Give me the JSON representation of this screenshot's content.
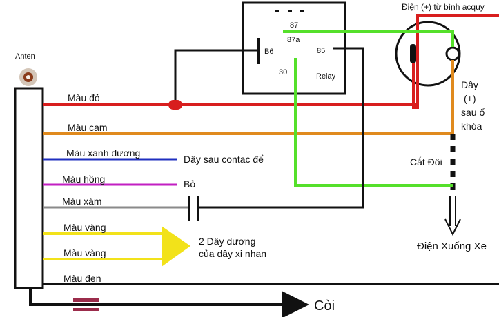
{
  "antenna": {
    "label": "Anten"
  },
  "wires": {
    "red": "Màu đỏ",
    "orange": "Màu cam",
    "blue": "Màu xanh dương",
    "pink": "Màu hồng",
    "gray": "Màu xám",
    "yellow1": "Màu vàng",
    "yellow2": "Màu vàng",
    "black": "Màu đen"
  },
  "notes": {
    "blue_dest": "Dây sau contac để",
    "pink_dest": "Bỏ",
    "yellow_dest_line1": "2 Dây dương",
    "yellow_dest_line2": "của dây xi nhan",
    "horn": "Còi",
    "battery": "Điện (+) từ bình acquy",
    "key_wire_1": "Dây",
    "key_wire_2": "(+)",
    "key_wire_3": "sau ổ",
    "key_wire_4": "khóa",
    "cut": "Cắt Đôi",
    "down": "Điện Xuống Xe"
  },
  "relay": {
    "pin_86": "B6",
    "pin_87": "87",
    "pin_87a": "87a",
    "pin_85": "85",
    "pin_30": "30",
    "label": "Relay"
  },
  "colors": {
    "red": "#d81e1e",
    "orange": "#e08a1e",
    "blue": "#1f2fbf",
    "pink": "#c21fc2",
    "gray": "#8a8a8a",
    "yellow": "#f2e21a",
    "green": "#55e02a",
    "black": "#111111",
    "maroon": "#9b2c4b"
  }
}
